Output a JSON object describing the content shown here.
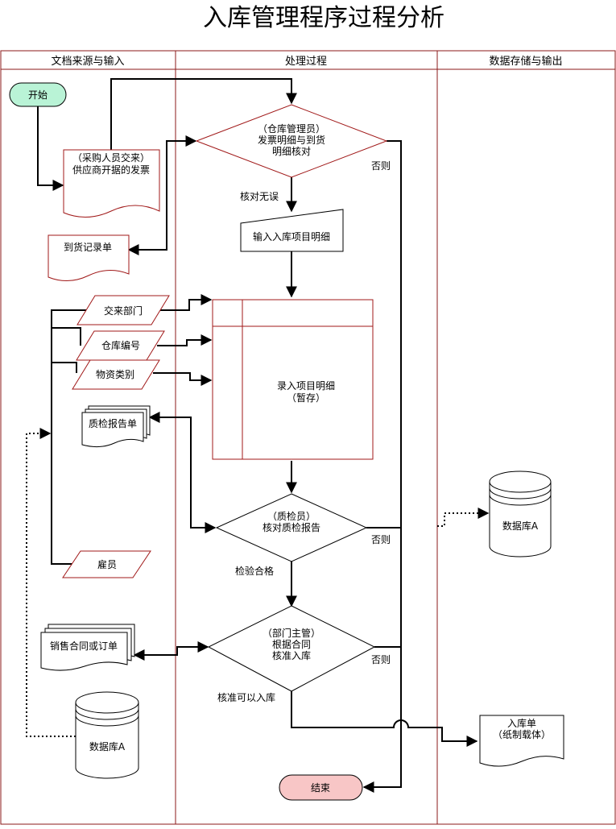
{
  "title": "入库管理程序过程分析",
  "lanes": [
    "文档来源与输入",
    "处理过程",
    "数据存储与输出"
  ],
  "nodes": {
    "start": "开始",
    "invoice": [
      "（采购人员交来）",
      "供应商开据的发票"
    ],
    "arrival": "到货记录单",
    "check1": [
      "（仓库管理员）",
      "发票明细与到货",
      "明细核对"
    ],
    "input_items": "输入入库项目明细",
    "dept": "交来部门",
    "warehouse_no": "仓库编号",
    "material": "物资类别",
    "entry": [
      "录入项目明细",
      "（暂存）"
    ],
    "qc_report": "质检报告单",
    "check2": [
      "（质检员）",
      "核对质检报告"
    ],
    "employee": "雇员",
    "contract": "销售合同或订单",
    "check3": [
      "（部门主管）",
      "根据合同",
      "核准入库"
    ],
    "db_left": "数据库A",
    "db_right": "数据库A",
    "receipt": [
      "入库单",
      "（纸制载体）"
    ],
    "end": "结束"
  },
  "edge_labels": {
    "ok1": "核对无误",
    "no1": "否则",
    "ok2": "检验合格",
    "no2": "否则",
    "ok3": "核准可以入库",
    "no3": "否则"
  }
}
